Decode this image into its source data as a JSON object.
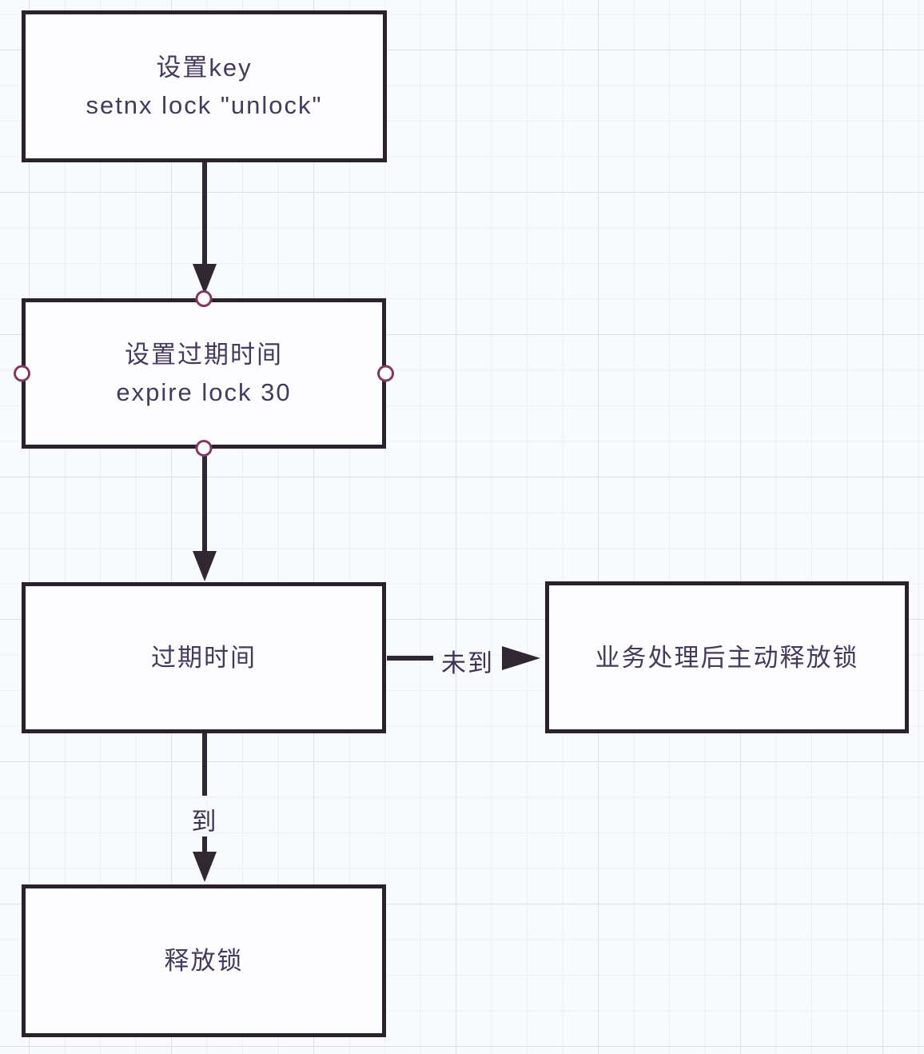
{
  "diagram": {
    "nodes": [
      {
        "id": "set-key",
        "lines": [
          "设置key",
          "setnx lock \"unlock\""
        ]
      },
      {
        "id": "set-expire-time",
        "lines": [
          "设置过期时间",
          "expire lock 30"
        ]
      },
      {
        "id": "expire-time",
        "lines": [
          "过期时间"
        ]
      },
      {
        "id": "release-lock-after-business",
        "lines": [
          "业务处理后主动释放锁"
        ]
      },
      {
        "id": "release-lock",
        "lines": [
          "释放锁"
        ]
      }
    ],
    "edges": [
      {
        "from": "set-key",
        "to": "set-expire-time",
        "label": ""
      },
      {
        "from": "set-expire-time",
        "to": "expire-time",
        "label": ""
      },
      {
        "from": "expire-time",
        "to": "release-lock-after-business",
        "label": "未到"
      },
      {
        "from": "expire-time",
        "to": "release-lock",
        "label": "到"
      }
    ],
    "colors": {
      "background": "#f8fafc",
      "grid_minor": "#edf0f5",
      "grid_major": "#dce1e9",
      "node_fill": "#fdfdff",
      "node_border": "#29222c",
      "arrow": "#2f2833",
      "text": "#443a5c",
      "connection_point_border": "#7e3a60"
    }
  }
}
